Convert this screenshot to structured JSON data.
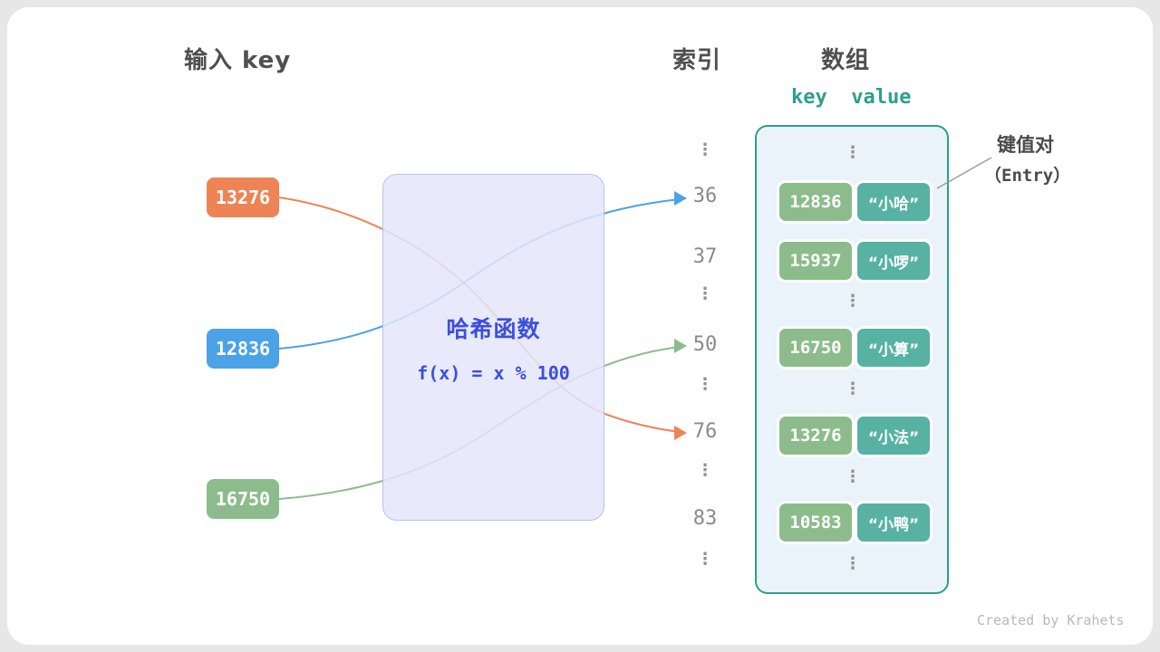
{
  "header": {
    "input_key": "输入 key",
    "index": "索引",
    "array": "数组",
    "kv_header": "key  value"
  },
  "ellipsis": "⋮",
  "input_keys": [
    {
      "value": "13276",
      "color": "#ee8456",
      "maps_to_index": "76"
    },
    {
      "value": "12836",
      "color": "#4ba2e6",
      "maps_to_index": "36"
    },
    {
      "value": "16750",
      "color": "#8cbc8c",
      "maps_to_index": "50"
    }
  ],
  "hash_box": {
    "title": "哈希函数",
    "formula": "f(x) = x % 100"
  },
  "indices": [
    {
      "value": "36"
    },
    {
      "value": "37"
    },
    {
      "value": "50"
    },
    {
      "value": "76"
    },
    {
      "value": "83"
    }
  ],
  "entries": [
    {
      "key": "12836",
      "value": "“小哈”"
    },
    {
      "key": "15937",
      "value": "“小啰”"
    },
    {
      "key": "16750",
      "value": "“小算”"
    },
    {
      "key": "13276",
      "value": "“小法”"
    },
    {
      "key": "10583",
      "value": "“小鸭”"
    }
  ],
  "entry_label": {
    "line1": "键值对",
    "line2": "（Entry）"
  },
  "credit": "Created by Krahets",
  "colors": {
    "orange": "#ee8456",
    "blue": "#4ba2e6",
    "green": "#8cbc8c",
    "teal_border": "#2f9e8e",
    "hash_text": "#3b4ee0",
    "array_bg": "#e9f3f9",
    "hash_bg": "#e4e6fa",
    "index_text": "#8a8a8a"
  }
}
